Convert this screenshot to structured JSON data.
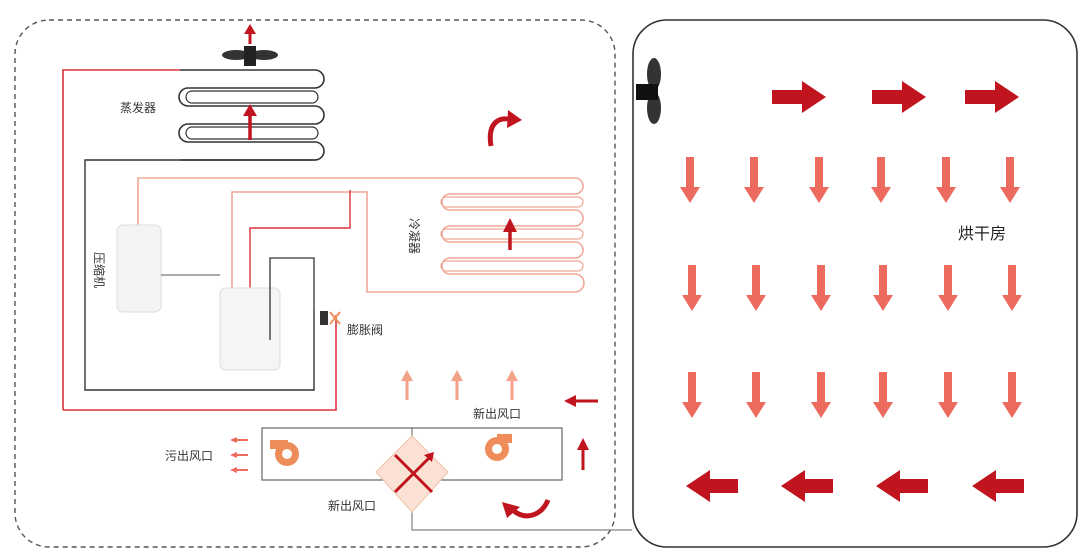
{
  "labels": {
    "evaporator": "蒸发器",
    "condenser": "冷凝器",
    "compressor": "压缩机",
    "expansion_valve": "膨胀阀",
    "drying_room": "烘干房",
    "exhaust_outlet": "污出风口",
    "fresh_outlet_top": "新出风口",
    "fresh_outlet_bottom": "新出风口"
  },
  "colors": {
    "dark_red": "#c0141e",
    "light_red": "#ec6a5e",
    "salmon": "#f2a287",
    "orange": "#ee8c5a",
    "line_dark": "#333333",
    "line_red": "#d9343b",
    "line_pink": "#f0a896"
  },
  "icons": [
    "fan-icon",
    "arrow-icon",
    "curved-arrow-icon",
    "cross-exchanger-icon",
    "blower-icon"
  ]
}
